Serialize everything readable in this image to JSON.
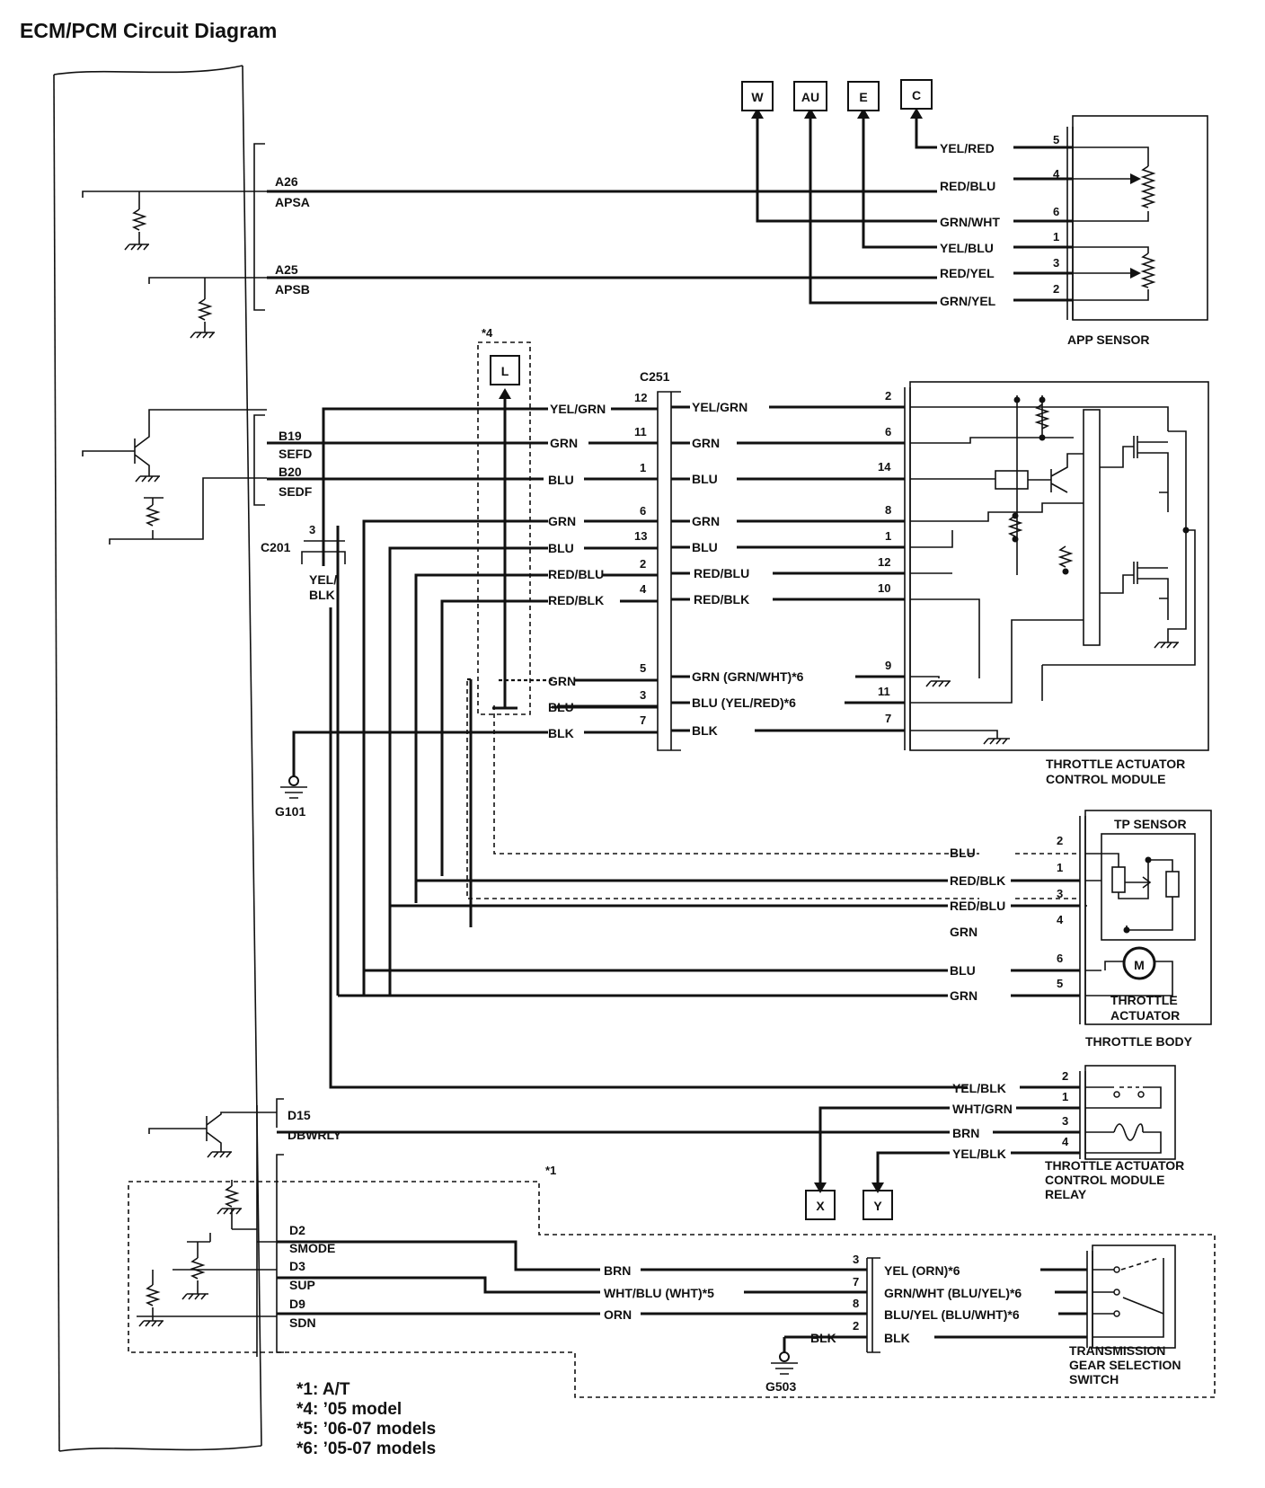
{
  "title": "ECM/PCM Circuit Diagram",
  "terminals": {
    "a26": "A26",
    "apsa": "APSA",
    "a25": "A25",
    "apsb": "APSB",
    "b19": "B19",
    "sefd": "SEFD",
    "b20": "B20",
    "sedf": "SEDF",
    "d15": "D15",
    "dbwrly": "DBWRLY",
    "d2": "D2",
    "smode": "SMODE",
    "d3": "D3",
    "sup": "SUP",
    "d9": "D9",
    "sdn": "SDN"
  },
  "connector_refs": [
    "W",
    "AU",
    "E",
    "C",
    "L",
    "X",
    "Y"
  ],
  "app_sensor": {
    "name": "APP SENSOR",
    "wires": [
      {
        "color": "YEL/RED",
        "pin": "5"
      },
      {
        "color": "RED/BLU",
        "pin": "4"
      },
      {
        "color": "GRN/WHT",
        "pin": "6"
      },
      {
        "color": "YEL/BLU",
        "pin": "1"
      },
      {
        "color": "RED/YEL",
        "pin": "3"
      },
      {
        "color": "GRN/YEL",
        "pin": "2"
      }
    ]
  },
  "c251": {
    "name": "C251",
    "left": [
      {
        "color": "YEL/GRN",
        "pin": "12"
      },
      {
        "color": "GRN",
        "pin": "11"
      },
      {
        "color": "BLU",
        "pin": "1"
      },
      {
        "color": "GRN",
        "pin": "6"
      },
      {
        "color": "BLU",
        "pin": "13"
      },
      {
        "color": "RED/BLU",
        "pin": "2"
      },
      {
        "color": "RED/BLK",
        "pin": "4"
      },
      {
        "color": "GRN",
        "pin": "5"
      },
      {
        "color": "BLU",
        "pin": "3"
      },
      {
        "color": "BLK",
        "pin": "7"
      }
    ],
    "right": [
      {
        "color": "YEL/GRN",
        "pin": "2"
      },
      {
        "color": "GRN",
        "pin": "6"
      },
      {
        "color": "BLU",
        "pin": "14"
      },
      {
        "color": "GRN",
        "pin": "8"
      },
      {
        "color": "BLU",
        "pin": "1"
      },
      {
        "color": "RED/BLU",
        "pin": "12"
      },
      {
        "color": "RED/BLK",
        "pin": "10"
      },
      {
        "color": "GRN (GRN/WHT)*6",
        "pin": "9"
      },
      {
        "color": "BLU (YEL/RED)*6",
        "pin": "11"
      },
      {
        "color": "BLK",
        "pin": "7"
      }
    ]
  },
  "c201": {
    "name": "C201",
    "pin": "3",
    "color_line1": "YEL/",
    "color_line2": "BLK"
  },
  "ground_g101": "G101",
  "ground_g503": "G503",
  "tacm": {
    "line1": "THROTTLE ACTUATOR",
    "line2": "CONTROL MODULE"
  },
  "throttle_body": {
    "name": "THROTTLE BODY",
    "tp_sensor": "TP SENSOR",
    "actuator_line1": "THROTTLE",
    "actuator_line2": "ACTUATOR",
    "motor": "M",
    "wires": [
      {
        "color": "BLU",
        "pin": "2"
      },
      {
        "color": "RED/BLK",
        "pin": "1"
      },
      {
        "color": "RED/BLU",
        "pin": "3"
      },
      {
        "color": "GRN",
        "pin": "4"
      },
      {
        "color": "BLU",
        "pin": "6"
      },
      {
        "color": "GRN",
        "pin": "5"
      }
    ]
  },
  "relay": {
    "line1": "THROTTLE ACTUATOR",
    "line2": "CONTROL MODULE",
    "line3": "RELAY",
    "wires": [
      {
        "color": "YEL/BLK",
        "pin": "2"
      },
      {
        "color": "WHT/GRN",
        "pin": "1"
      },
      {
        "color": "BRN",
        "pin": "3"
      },
      {
        "color": "YEL/BLK",
        "pin": "4"
      }
    ]
  },
  "tgss": {
    "line1": "TRANSMISSION",
    "line2": "GEAR SELECTION",
    "line3": "SWITCH",
    "left": [
      {
        "color": "BRN",
        "pin": "3"
      },
      {
        "color": "WHT/BLU (WHT)*5",
        "pin": "7"
      },
      {
        "color": "ORN",
        "pin": "8"
      },
      {
        "color": "BLK",
        "pin": "2"
      }
    ],
    "right": [
      {
        "color": "YEL (ORN)*6"
      },
      {
        "color": "GRN/WHT (BLU/YEL)*6"
      },
      {
        "color": "BLU/YEL (BLU/WHT)*6"
      },
      {
        "color": "BLK"
      }
    ]
  },
  "markers": {
    "m4": "*4",
    "m1": "*1"
  },
  "notes": [
    "*1: A/T",
    "*4: ’05 model",
    "*5: ’06-07 models",
    "*6: ’05-07 models"
  ]
}
